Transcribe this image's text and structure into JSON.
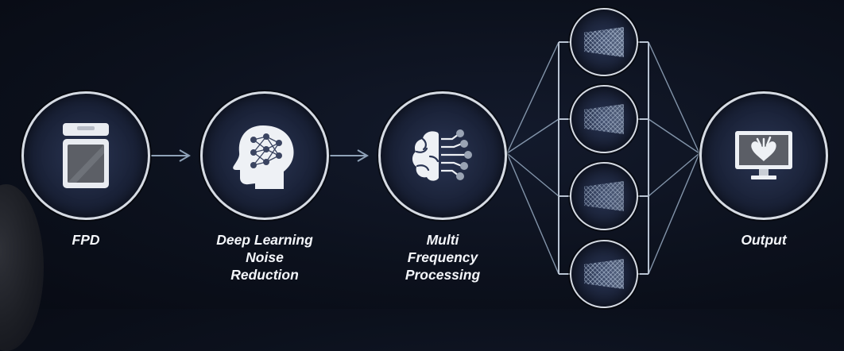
{
  "nodes": {
    "fpd": {
      "label": "FPD"
    },
    "dl": {
      "label_lines": [
        "Deep Learning",
        "Noise",
        "Reduction"
      ]
    },
    "mfp": {
      "label_lines": [
        "Multi",
        "Frequency",
        "Processing"
      ]
    },
    "output": {
      "label": "Output"
    }
  },
  "band_count": 4,
  "icons": {
    "fpd": "flat-panel-detector-icon",
    "dl": "neural-network-head-icon",
    "mfp": "brain-circuit-icon",
    "band": "frequency-mesh-icon",
    "output": "monitor-heart-icon"
  },
  "colors": {
    "ring": "#d6dbe3",
    "connector": "#8fa2b8",
    "label": "#f4f6fa"
  }
}
